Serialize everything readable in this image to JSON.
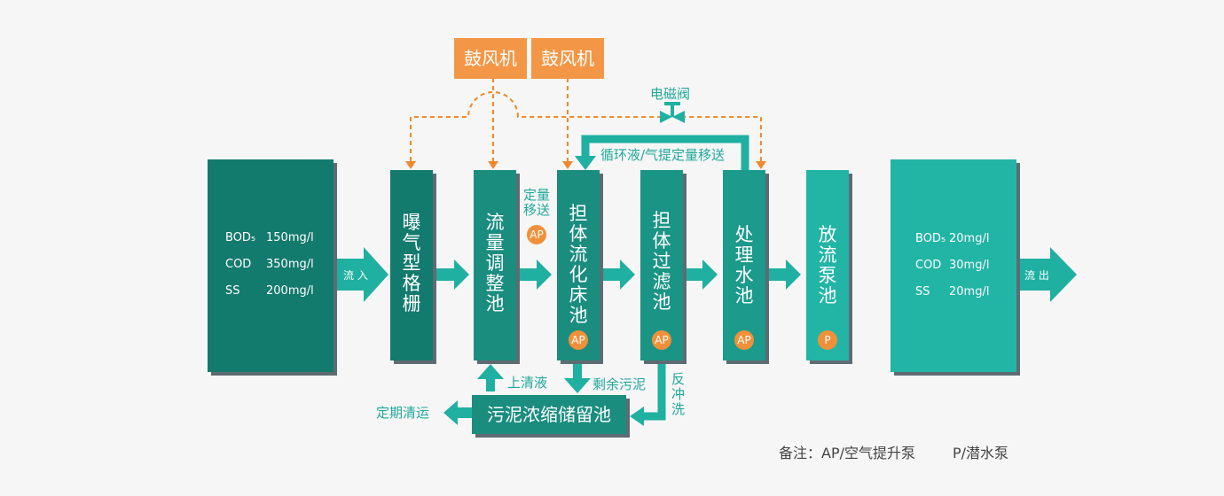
{
  "influent": {
    "rows": [
      {
        "param": "BOD₅",
        "value": "150mg/l"
      },
      {
        "param": "COD",
        "value": "350mg/l"
      },
      {
        "param": "SS",
        "value": "200mg/l"
      }
    ],
    "arrow_label": "流 入"
  },
  "effluent": {
    "rows": [
      {
        "param": "BOD₅",
        "value": "20mg/l"
      },
      {
        "param": "COD",
        "value": "30mg/l"
      },
      {
        "param": "SS",
        "value": "20mg/l"
      }
    ],
    "arrow_label": "流 出"
  },
  "units": {
    "screen": {
      "name": "曝气型格栅"
    },
    "equalization": {
      "name": "流量调整池"
    },
    "fluidized_bed": {
      "name": "担体流化床池",
      "badge": "AP"
    },
    "filter": {
      "name": "担体过滤池",
      "badge": "AP"
    },
    "treated": {
      "name": "处理水池",
      "badge": "AP"
    },
    "discharge": {
      "name": "放流泵池",
      "badge": "P"
    },
    "sludge": {
      "name": "污泥浓缩储留池"
    }
  },
  "blowers": [
    "鼓风机",
    "鼓风机"
  ],
  "labels": {
    "solenoid_valve": "电磁阀",
    "recycle": "循环液/气提定量移送",
    "dosing": "定量移送",
    "dosing_badge": "AP",
    "supernatant": "上清液",
    "excess_sludge": "剩余污泥",
    "backwash": "反冲洗",
    "periodic_removal": "定期清运"
  },
  "legend": {
    "note": "备注：AP/空气提升泵",
    "pump": "P/潜水泵"
  },
  "colors": {
    "dark_teal": "#137a6e",
    "mid_teal": "#1a9485",
    "light_teal": "#22b5a6",
    "arrow": "#1fb0a1",
    "orange": "#f39646",
    "dashed": "#ef8a2c"
  }
}
